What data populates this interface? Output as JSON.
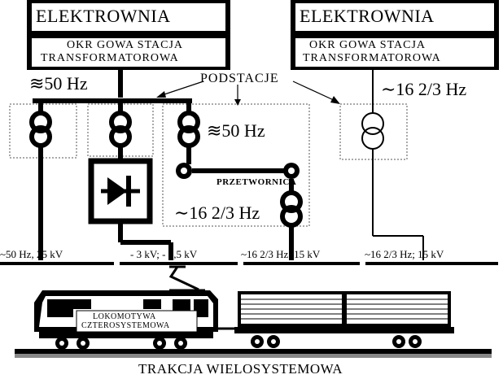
{
  "plants": [
    {
      "title": "ELEKTROWNIA",
      "substation_line1": "OKR  GOWA STACJA",
      "substation_line2": "TRANSFORMATOROWA"
    },
    {
      "title": "ELEKTROWNIA",
      "substation_line1": "OKR  GOWA STACJA",
      "substation_line2": "TRANSFORMATOROWA"
    }
  ],
  "labels": {
    "substations": "PODSTACJE",
    "freq_left": "≋50 Hz",
    "freq_right": "∼16 2/3 Hz",
    "freq_mid": "≋50 Hz",
    "converter": "PRZETWORNICA",
    "freq_converter": "∼16 2/3 Hz"
  },
  "supply_lines": [
    "~50 Hz, 25 kV",
    "- 3 kV;  - 1,5 kV",
    "~16 2/3 Hz; 15 kV",
    "~16 2/3 Hz; 15 kV"
  ],
  "locomotive": {
    "line1": "LOKOMOTYWA",
    "line2": "CZTEROSYSTEMOWA"
  },
  "caption": "TRAKCJA WIELOSYSTEMOWA"
}
